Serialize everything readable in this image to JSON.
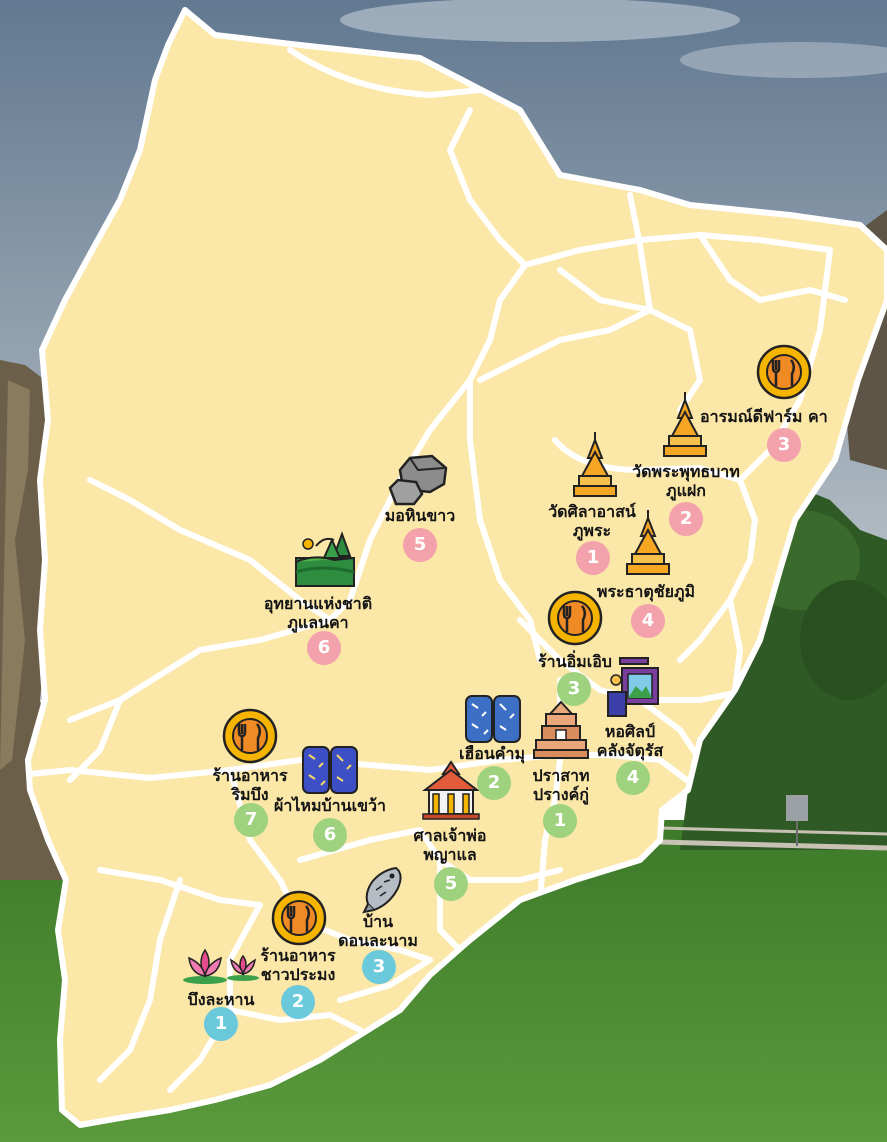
{
  "colors": {
    "sky_top": "#6a7f94",
    "sky_bottom": "#b9c3cb",
    "grass": "#4c8a33",
    "map_fill": "#fbe7a8",
    "road": "#ffffff",
    "badge_attraction": "#f3a2ab",
    "badge_culture": "#9fd27f",
    "badge_nature": "#6bc9dc",
    "food_icon": "#f5b400"
  },
  "places": [
    {
      "label": "มอหินขาว",
      "number": "5",
      "category": "attraction",
      "icon": "rock-icon"
    },
    {
      "label": "อุทยานแห่งชาติ\nภูแลนคา",
      "number": "6",
      "category": "attraction",
      "icon": "park-icon"
    },
    {
      "label": "วัดศิลาอาสน์\nภูพระ",
      "number": "1",
      "category": "attraction",
      "icon": "pagoda-icon"
    },
    {
      "label": "วัดพระพุทธบาท\nภูแฝก",
      "number": "2",
      "category": "attraction",
      "icon": "pagoda-icon"
    },
    {
      "label": "อารมณ์ดีฟาร์ม คา",
      "number": "3",
      "category": "attraction",
      "icon": "food-icon"
    },
    {
      "label": "พระธาตุชัยภูมิ",
      "number": "4",
      "category": "attraction",
      "icon": "pagoda-icon"
    },
    {
      "label": "ร้านอิ่มเอิบ",
      "number": "3",
      "category": "culture",
      "icon": "food-icon"
    },
    {
      "label": "หอศิลป์\nคลังจัตุรัส",
      "number": "4",
      "category": "culture",
      "icon": "art-gallery-icon"
    },
    {
      "label": "ปราสาท\nปรางค์กู่",
      "number": "1",
      "category": "culture",
      "icon": "temple-ruin-icon"
    },
    {
      "label": "เฮือนคำมุ",
      "number": "2",
      "category": "culture",
      "icon": "silk-fabric-icon"
    },
    {
      "label": "ศาลเจ้าพ่อ\nพญาแล",
      "number": "5",
      "category": "culture",
      "icon": "shrine-icon"
    },
    {
      "label": "ผ้าไหมบ้านเขว้า",
      "number": "6",
      "category": "culture",
      "icon": "silk-fabric-icon"
    },
    {
      "label": "ร้านอาหาร\nริมบึง",
      "number": "7",
      "category": "culture",
      "icon": "food-icon"
    },
    {
      "label": "บ้าน\nดอนละนาม",
      "number": "3",
      "category": "nature",
      "icon": "fish-icon"
    },
    {
      "label": "ร้านอาหาร\nชาวประมง",
      "number": "2",
      "category": "nature",
      "icon": "food-icon"
    },
    {
      "label": "บึงละหาน",
      "number": "1",
      "category": "nature",
      "icon": "lotus-icon"
    }
  ]
}
